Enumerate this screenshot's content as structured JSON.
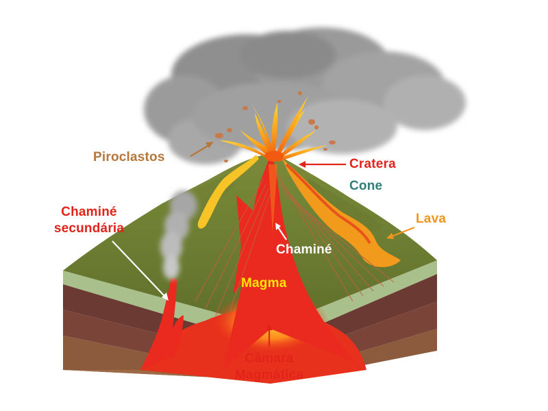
{
  "labels": {
    "piroclastos": "Piroclastos",
    "cratera": "Cratera",
    "cone": "Cone",
    "lava": "Lava",
    "chamine_secundaria_line1": "Chaminé",
    "chamine_secundaria_line2": "secundária",
    "chamine": "Chaminé",
    "magma": "Magma",
    "camara_line1": "Câmara",
    "camara_line2": "Magmática"
  },
  "colors": {
    "piroclastos": "#b5773a",
    "cratera": "#e2231a",
    "cone": "#2f7f78",
    "lava": "#f0951e",
    "chamine_secundaria": "#e2231a",
    "chamine": "#ffffff",
    "magma": "#ffe600",
    "camara": "#e2231a"
  }
}
